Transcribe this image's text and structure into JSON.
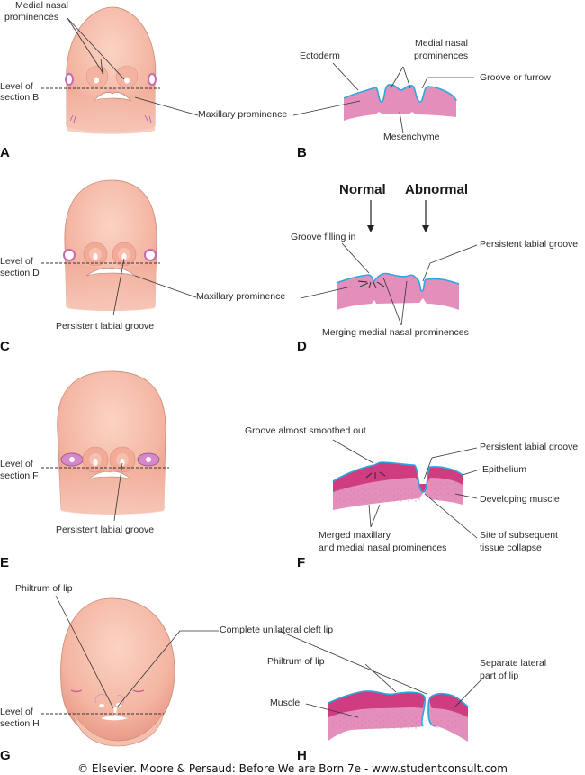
{
  "colors": {
    "skin": "#f6c1b0",
    "skin_dark": "#eda491",
    "tissue": "#e48fbb",
    "tissue_dark": "#cf3d80",
    "ectoderm": "#2aa7e0",
    "eye": "#c868b6"
  },
  "panels": {
    "A": {
      "letter": "A",
      "labels": {
        "medial_nasal_1": "Medial nasal",
        "medial_nasal_2": "prominences",
        "level_1": "Level of",
        "level_2": "section B",
        "maxillary": "Maxillary prominence"
      }
    },
    "B": {
      "letter": "B",
      "labels": {
        "ectoderm": "Ectoderm",
        "medial_nasal_1": "Medial nasal",
        "medial_nasal_2": "prominences",
        "groove": "Groove or furrow",
        "mesenchyme": "Mesenchyme"
      }
    },
    "C": {
      "letter": "C",
      "labels": {
        "level_1": "Level of",
        "level_2": "section D",
        "maxillary": "Maxillary prominence",
        "persistent": "Persistent labial groove"
      }
    },
    "D": {
      "letter": "D",
      "labels": {
        "normal": "Normal",
        "abnormal": "Abnormal",
        "groove_filling": "Groove filling in",
        "persistent": "Persistent labial groove",
        "merging": "Merging medial nasal prominences"
      }
    },
    "E": {
      "letter": "E",
      "labels": {
        "level_1": "Level of",
        "level_2": "section F",
        "persistent": "Persistent labial groove"
      }
    },
    "F": {
      "letter": "F",
      "labels": {
        "smoothed": "Groove almost smoothed out",
        "persistent": "Persistent labial groove",
        "epithelium": "Epithelium",
        "muscle": "Developing muscle",
        "merged_1": "Merged maxillary",
        "merged_2": "and medial nasal prominences",
        "site_1": "Site of subsequent",
        "site_2": "tissue collapse"
      }
    },
    "G": {
      "letter": "G",
      "labels": {
        "philtrum": "Philtrum of lip",
        "cleft": "Complete unilateral cleft lip",
        "level_1": "Level of",
        "level_2": "section H"
      }
    },
    "H": {
      "letter": "H",
      "labels": {
        "philtrum": "Philtrum of lip",
        "muscle": "Muscle",
        "separate_1": "Separate lateral",
        "separate_2": "part of lip"
      }
    }
  },
  "credit": "© Elsevier. Moore & Persaud: Before We are Born 7e - www.studentconsult.com"
}
